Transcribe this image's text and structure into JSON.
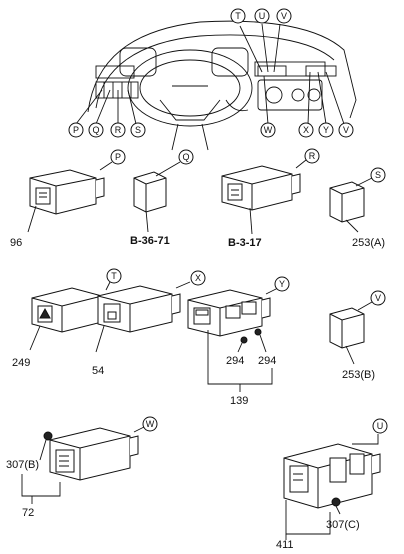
{
  "callouts": {
    "P": "P",
    "Q": "Q",
    "R": "R",
    "S": "S",
    "T": "T",
    "U": "U",
    "V": "V",
    "W": "W",
    "X": "X",
    "Y": "Y"
  },
  "part_numbers": {
    "p96": "96",
    "b3671": "B-36-71",
    "b317": "B-3-17",
    "p253a": "253(A)",
    "p249": "249",
    "p54": "54",
    "p294a": "294",
    "p294b": "294",
    "p139": "139",
    "p253b": "253(B)",
    "p307b": "307(B)",
    "p72": "72",
    "p307c": "307(C)",
    "p411": "411"
  }
}
